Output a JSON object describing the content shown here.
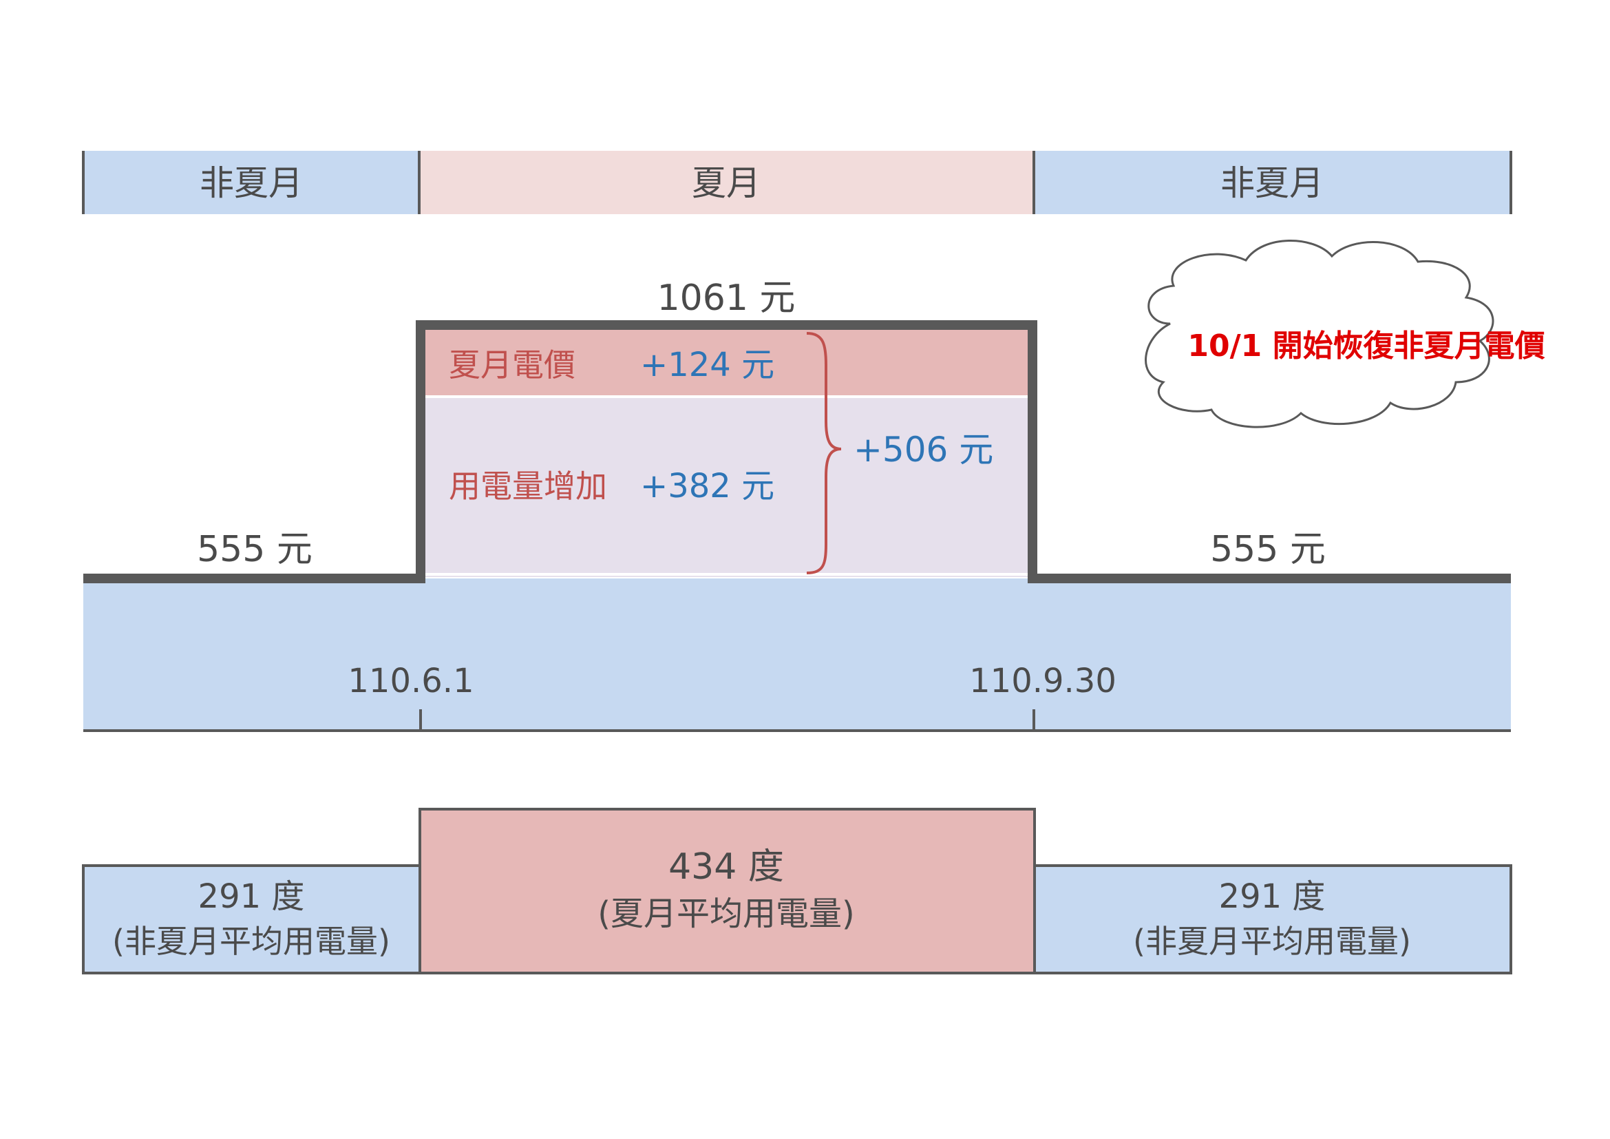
{
  "colors": {
    "nonsummer_fill": "#c6d9f1",
    "summer_fill": "#f2dcdb",
    "summer_rate_fill": "#e6b8b7",
    "usage_increase_fill": "#e6e0ec",
    "axis_dark": "#595959",
    "label_dark": "#4a4a4a",
    "label_red": "#c0504d",
    "label_blue": "#2e75b6",
    "cloud_text": "#e00000"
  },
  "season_bar": {
    "left": "非夏月",
    "middle": "夏月",
    "right": "非夏月"
  },
  "bill": {
    "summer_total": "1061 元",
    "nonsummer_left": "555 元",
    "nonsummer_right": "555 元",
    "summer_rate_label": "夏月電價",
    "summer_rate_value": "+124 元",
    "usage_increase_label": "用電量增加",
    "usage_increase_value": "+382 元",
    "total_increase": "+506 元"
  },
  "cloud": {
    "text": "10/1 開始恢復非夏月電價"
  },
  "dates": {
    "start": "110.6.1",
    "end": "110.9.30"
  },
  "usage": {
    "left_value": "291 度",
    "left_desc": "(非夏月平均用電量)",
    "middle_value": "434 度",
    "middle_desc": "(夏月平均用電量)",
    "right_value": "291 度",
    "right_desc": "(非夏月平均用電量)"
  }
}
